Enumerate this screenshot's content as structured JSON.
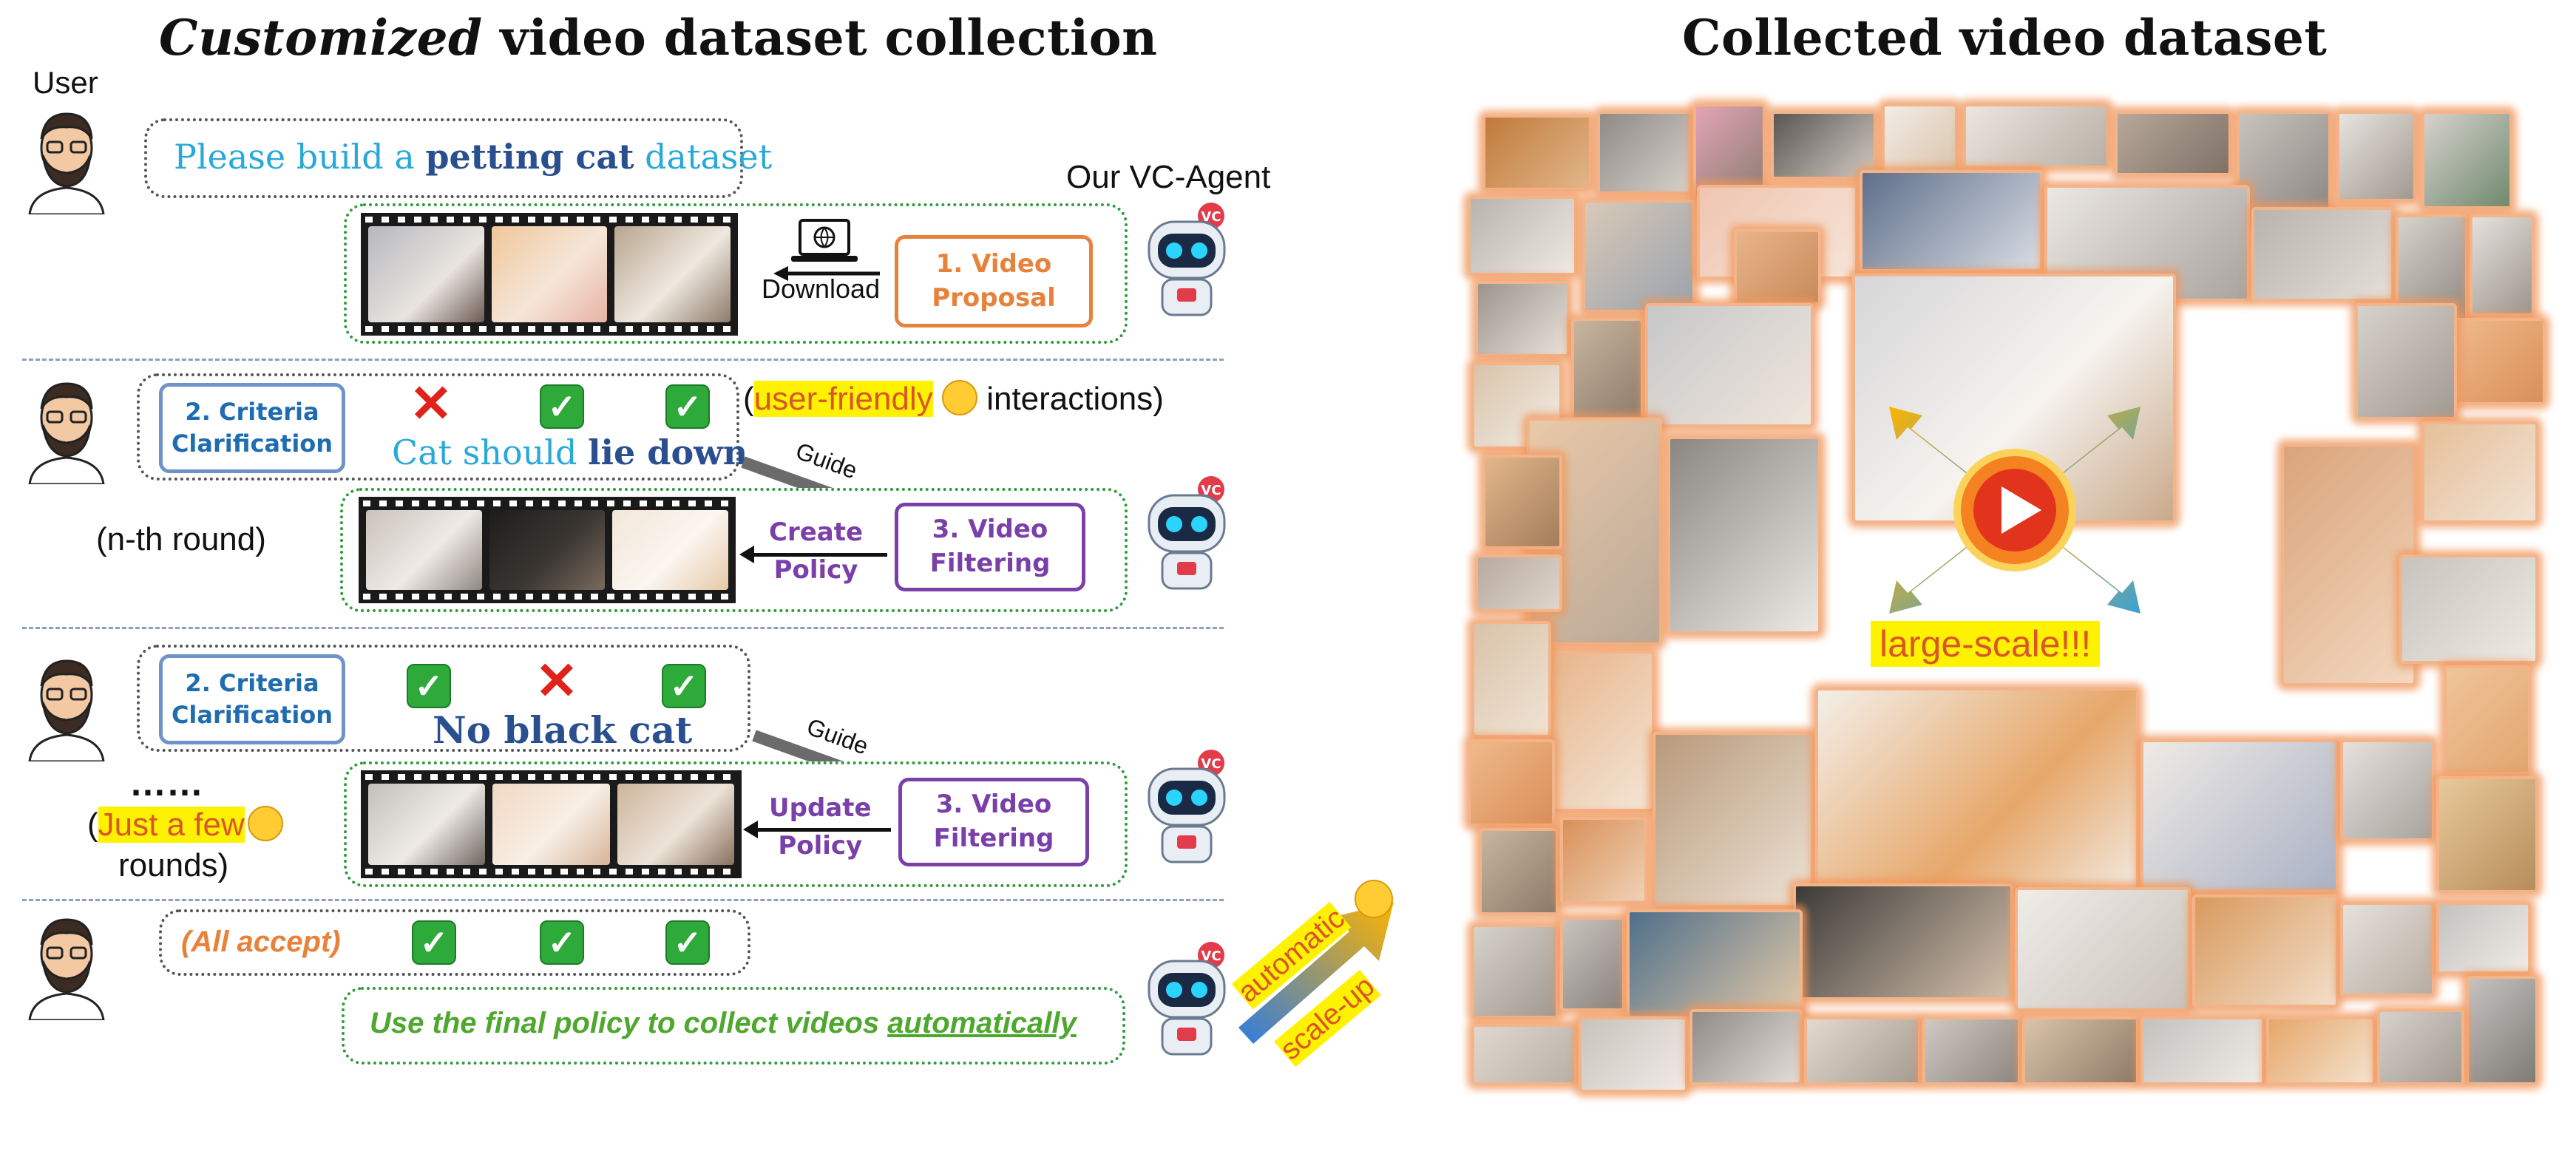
{
  "left_title": {
    "italic": "Customized",
    "rest": " video dataset collection"
  },
  "right_title": "Collected video dataset",
  "user_label": "User",
  "agent_label": "Our VC-Agent",
  "round1": {
    "request_prefix": "Please build a ",
    "request_bold": "petting cat",
    "request_suffix": " dataset",
    "download_label": "Download",
    "step": "1. Video\nProposal"
  },
  "round2": {
    "criteria_box": "2. Criteria\nClarification",
    "marks": [
      "cross",
      "check",
      "check"
    ],
    "criteria_prefix": "Cat should ",
    "criteria_bold": "lie down",
    "note_open": "(",
    "note_highlight": "user-friendly",
    "note_rest": " interactions)",
    "guide": "Guide",
    "round_label": "(n-th round)",
    "policy": "Create\nPolicy",
    "step": "3. Video\nFiltering"
  },
  "round3": {
    "criteria_box": "2. Criteria\nClarification",
    "marks": [
      "check",
      "cross",
      "check"
    ],
    "criteria_text": "No black cat",
    "guide": "Guide",
    "dots": "……",
    "rounds_open": "(",
    "rounds_highlight": "Just a few",
    "rounds_rest": "rounds)",
    "policy": "Update\nPolicy",
    "step": "3. Video\nFiltering"
  },
  "round4": {
    "accept": "(All accept)",
    "marks": [
      "check",
      "check",
      "check"
    ],
    "final_prefix": "Use the final policy to collect videos ",
    "final_underline": "automatically",
    "auto_word": "automatic",
    "scale_word": "scale-up"
  },
  "collage": {
    "banner": "large-scale!!!"
  },
  "colors": {
    "orange": "#e8823a",
    "blue_box": "#6f93c9",
    "purple": "#7a3fa8",
    "green": "#2e9c3a",
    "cyan_text": "#29a9d8",
    "navy_text": "#2a4f8f",
    "glow": "#f4a070"
  }
}
